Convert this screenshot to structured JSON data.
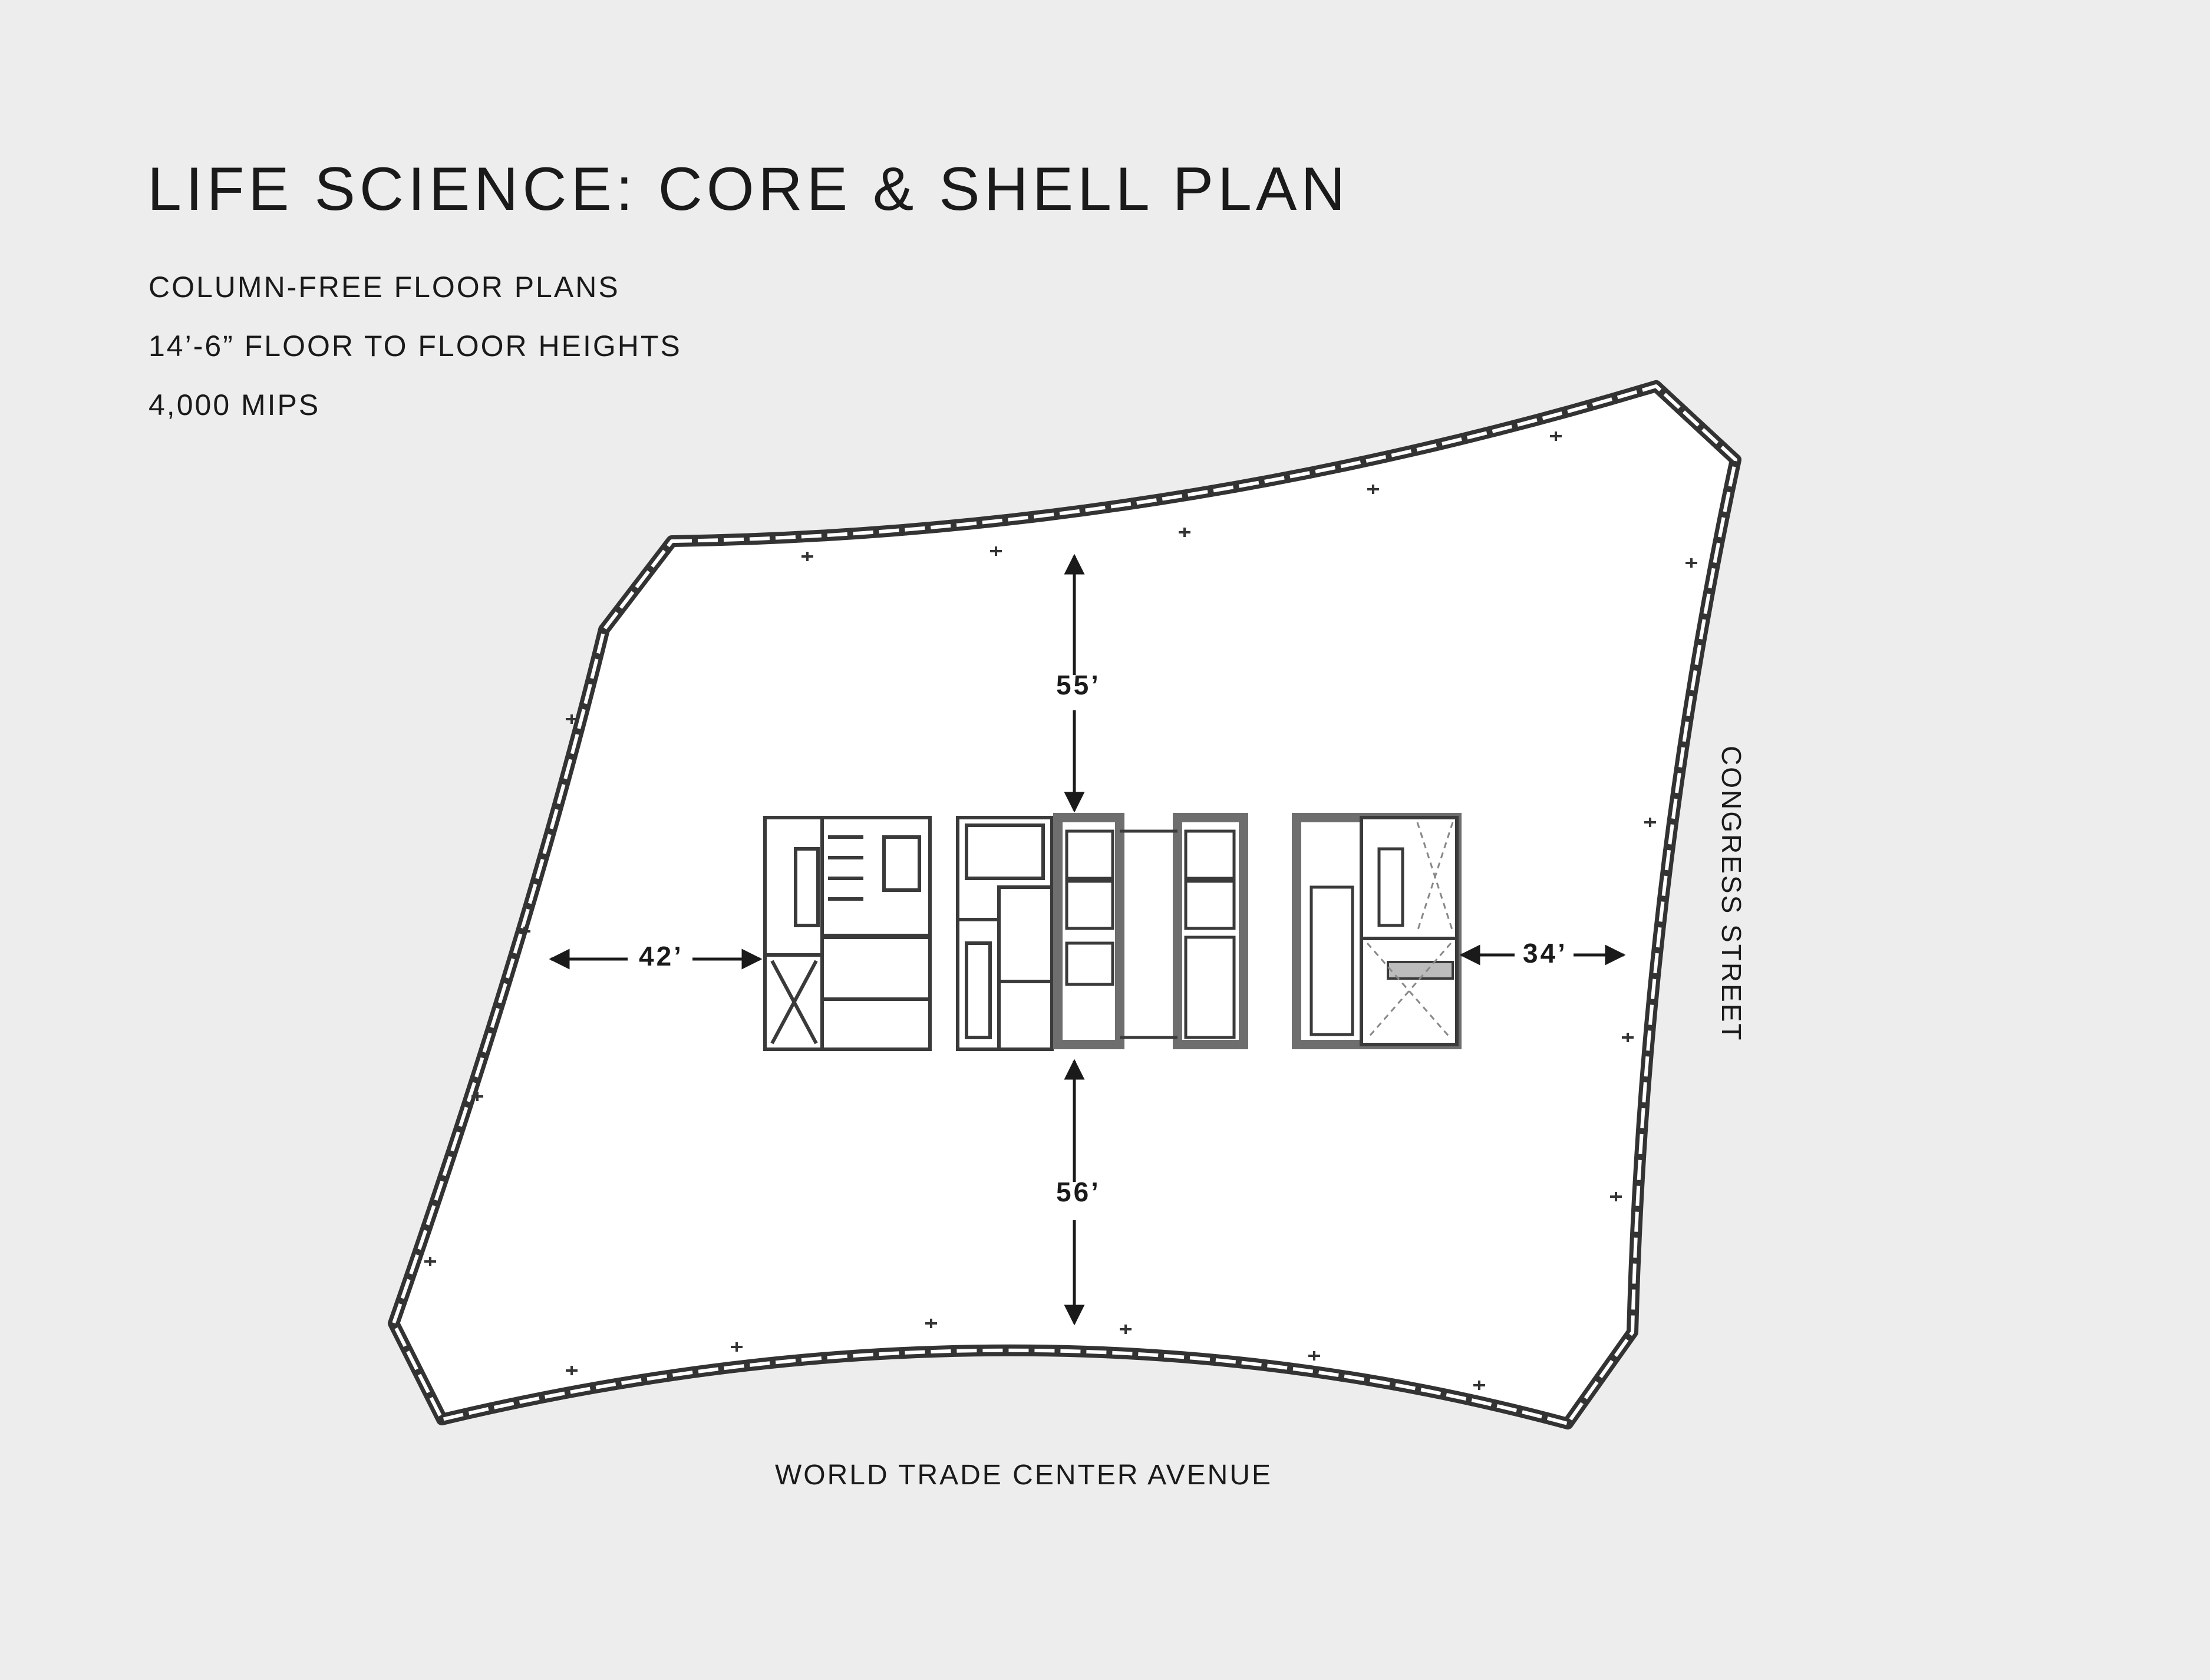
{
  "header": {
    "title": "LIFE SCIENCE: CORE & SHELL PLAN",
    "features": [
      "COLUMN-FREE FLOOR PLANS",
      "14’-6” FLOOR TO FLOOR HEIGHTS",
      "4,000 MIPS"
    ]
  },
  "dimensions": {
    "north": "55’",
    "south": "56’",
    "west": "42’",
    "east": "34’"
  },
  "streets": {
    "bottom": "WORLD TRADE CENTER AVENUE",
    "right": "CONGRESS STREET"
  },
  "colors": {
    "background": "#ededed",
    "floor": "#ffffff",
    "wall": "#3a3a3a",
    "core_wall": "#6e6e6e"
  }
}
